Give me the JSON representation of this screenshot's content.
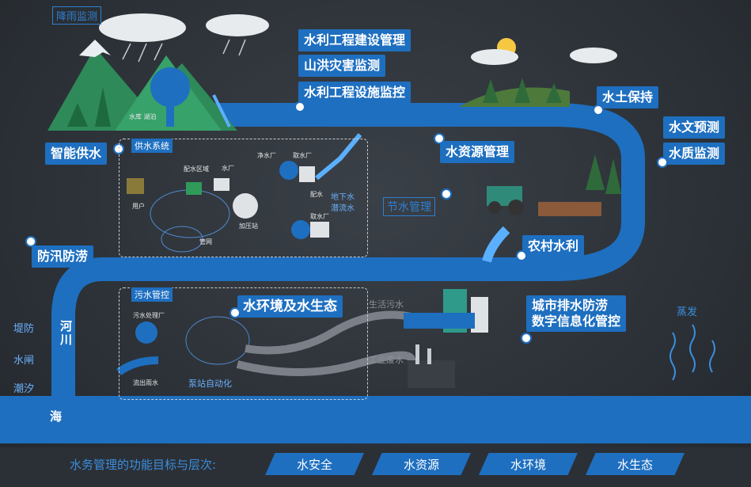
{
  "top_left_tag": "降雨监测",
  "reservoir_text": "水库 湖泊",
  "labels": {
    "construction_mgmt": "水利工程建设管理",
    "flood_disaster": "山洪灾害监测",
    "facility_monitor": "水利工程设施监控",
    "soil_conservation": "水土保持",
    "hydrology_forecast": "水文预测",
    "water_quality": "水质监测",
    "smart_supply": "智能供水",
    "resource_mgmt": "水资源管理",
    "rural_water": "农村水利",
    "flood_control": "防汛防涝",
    "environment_ecology": "水环境及水生态",
    "urban_drainage_1": "城市排水防涝",
    "urban_drainage_2": "数字信息化管控"
  },
  "outlined": {
    "water_saving": "节水管理"
  },
  "supply_box": {
    "title": "供水系统",
    "tags": [
      "配水区域",
      "水厂",
      "净水厂",
      "取水厂",
      "用户",
      "配水",
      "管网",
      "加压站",
      "取水厂",
      "地下水",
      "潜流水"
    ]
  },
  "sewage_box": {
    "title": "污水管控",
    "tags": [
      "污水处理厂",
      "流出雨水",
      "泵站自动化"
    ]
  },
  "side_labels": {
    "embankment": "堤防",
    "sluice": "水闸",
    "tide": "潮汐"
  },
  "river_text": "河川",
  "sea_text": "海",
  "domestic_sewage": "生活污水",
  "industrial_waste": "工业废水",
  "evaporation": "蒸发",
  "bottom": {
    "title": "水务管理的功能目标与层次:",
    "pills": [
      "水安全",
      "水资源",
      "水环境",
      "水生态"
    ]
  },
  "colors": {
    "river": "#1e6fc0",
    "label_bg": "#1e6fc0",
    "background": "#2b3036"
  }
}
